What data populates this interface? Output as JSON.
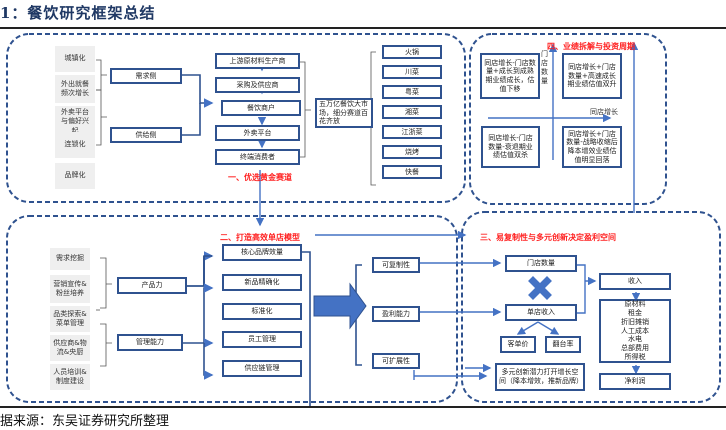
{
  "header": {
    "title": "1：餐饮研究框架总结"
  },
  "footer": {
    "source": "据来源：东吴证券研究所整理"
  },
  "colors": {
    "box_border": "#2f528f",
    "dash": "#2f528f",
    "arrow": "#4472c4",
    "section_title": "#ff1f1f",
    "gray_box": "#efefef"
  },
  "section1": {
    "title": "一、优选黄金赛道",
    "factors": [
      "城镇化",
      "外出就餐频次增长",
      "外卖平台与偏好兴起",
      "连锁化",
      "品牌化"
    ],
    "sides": [
      "需求侧",
      "供给侧"
    ],
    "chain": [
      "上游原材料生产商",
      "采购及供应商",
      "餐饮商户",
      "外卖平台",
      "终端消费者"
    ],
    "market": "五万亿餐饮大市场，细分赛道百花齐放",
    "cuisines": [
      "火锅",
      "川菜",
      "粤菜",
      "湘菜",
      "江浙菜",
      "烧烤",
      "快餐"
    ]
  },
  "section2": {
    "title": "二、打造高效单店模型",
    "factors": [
      "需求挖掘",
      "营销宣传&粉丝培养",
      "品类探索&菜单管理",
      "供应商&物流&央厨",
      "人员培训&制度建设"
    ],
    "capabilities": [
      "产品力",
      "管理能力"
    ],
    "product_items": [
      "核心品牌效量",
      "新品精确化"
    ],
    "mgmt_items": [
      "标准化",
      "员工管理",
      "供应链管理"
    ],
    "outcomes": [
      "可复制性",
      "盈利能力",
      "可扩展性"
    ]
  },
  "section3": {
    "title": "三、易复制性与多元创新决定盈利空间",
    "store_count": "门店数量",
    "store_revenue": "单店收入",
    "ticket": "客单价",
    "turnover": "翻台率",
    "innovation": "多元创新潜力打开增长空间（降本增效，推新品牌）",
    "revenue": "收入",
    "costs": [
      "原材料",
      "租金",
      "折旧摊销",
      "人工成本",
      "水电",
      "总部费用",
      "所得税"
    ],
    "net_profit": "净利润"
  },
  "section4": {
    "title": "四、业绩拆解与投资周期",
    "y_axis": "门店数量",
    "x_axis": "同店增长",
    "quadrants": {
      "top_left": "同店增长-门店数量+成长到成熟期业绩成长，估值下移",
      "top_right": "同店增长+门店数量+高速成长期业绩估值双升",
      "bottom_left": "同店增长-门店数量-衰退期业绩估值双杀",
      "bottom_right": "同店增长+门店数量-战略收缩后降本增效业绩估值明显回落"
    }
  }
}
